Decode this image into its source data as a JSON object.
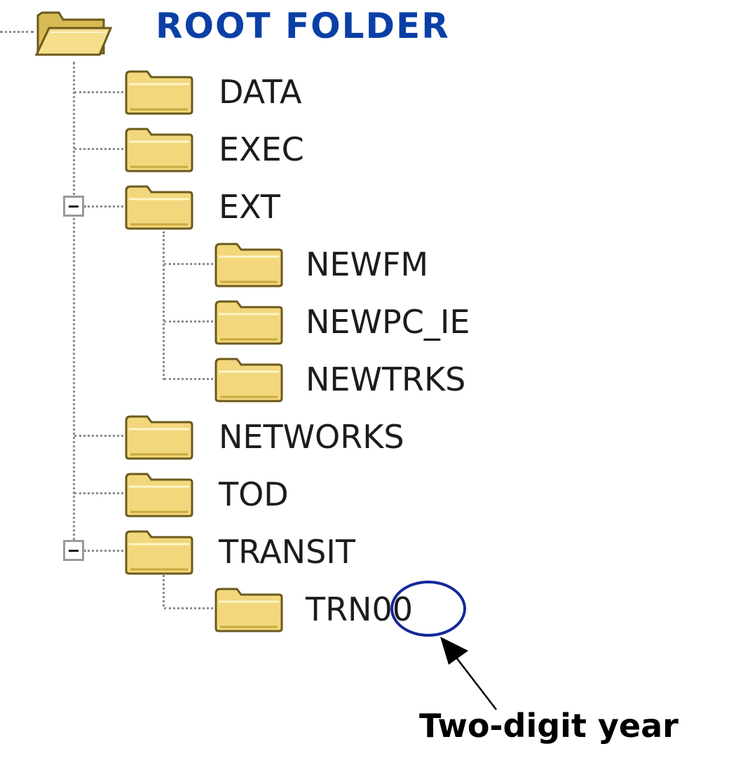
{
  "tree": {
    "root": {
      "label": "ROOT FOLDER",
      "icon": "open-folder-icon",
      "label_color": "#0a3fa6"
    },
    "nodes": [
      {
        "label": "DATA"
      },
      {
        "label": "EXEC"
      },
      {
        "label": "EXT",
        "expanded": true
      },
      {
        "label": "NEWFM"
      },
      {
        "label": "NEWPC_IE"
      },
      {
        "label": "NEWTRKS"
      },
      {
        "label": "NETWORKS"
      },
      {
        "label": "TOD"
      },
      {
        "label": "TRANSIT",
        "expanded": true
      },
      {
        "label": "TRN00"
      }
    ],
    "toggles": [
      "collapse-icon",
      "collapse-icon"
    ]
  },
  "annotation": {
    "callout": "Two-digit year",
    "highlight_color": "#14289a",
    "arrow_color": "#000000"
  },
  "colors": {
    "folder_fill": "#f2d77c",
    "folder_outline": "#6b5a1c",
    "connector": "#8c8c8c"
  }
}
